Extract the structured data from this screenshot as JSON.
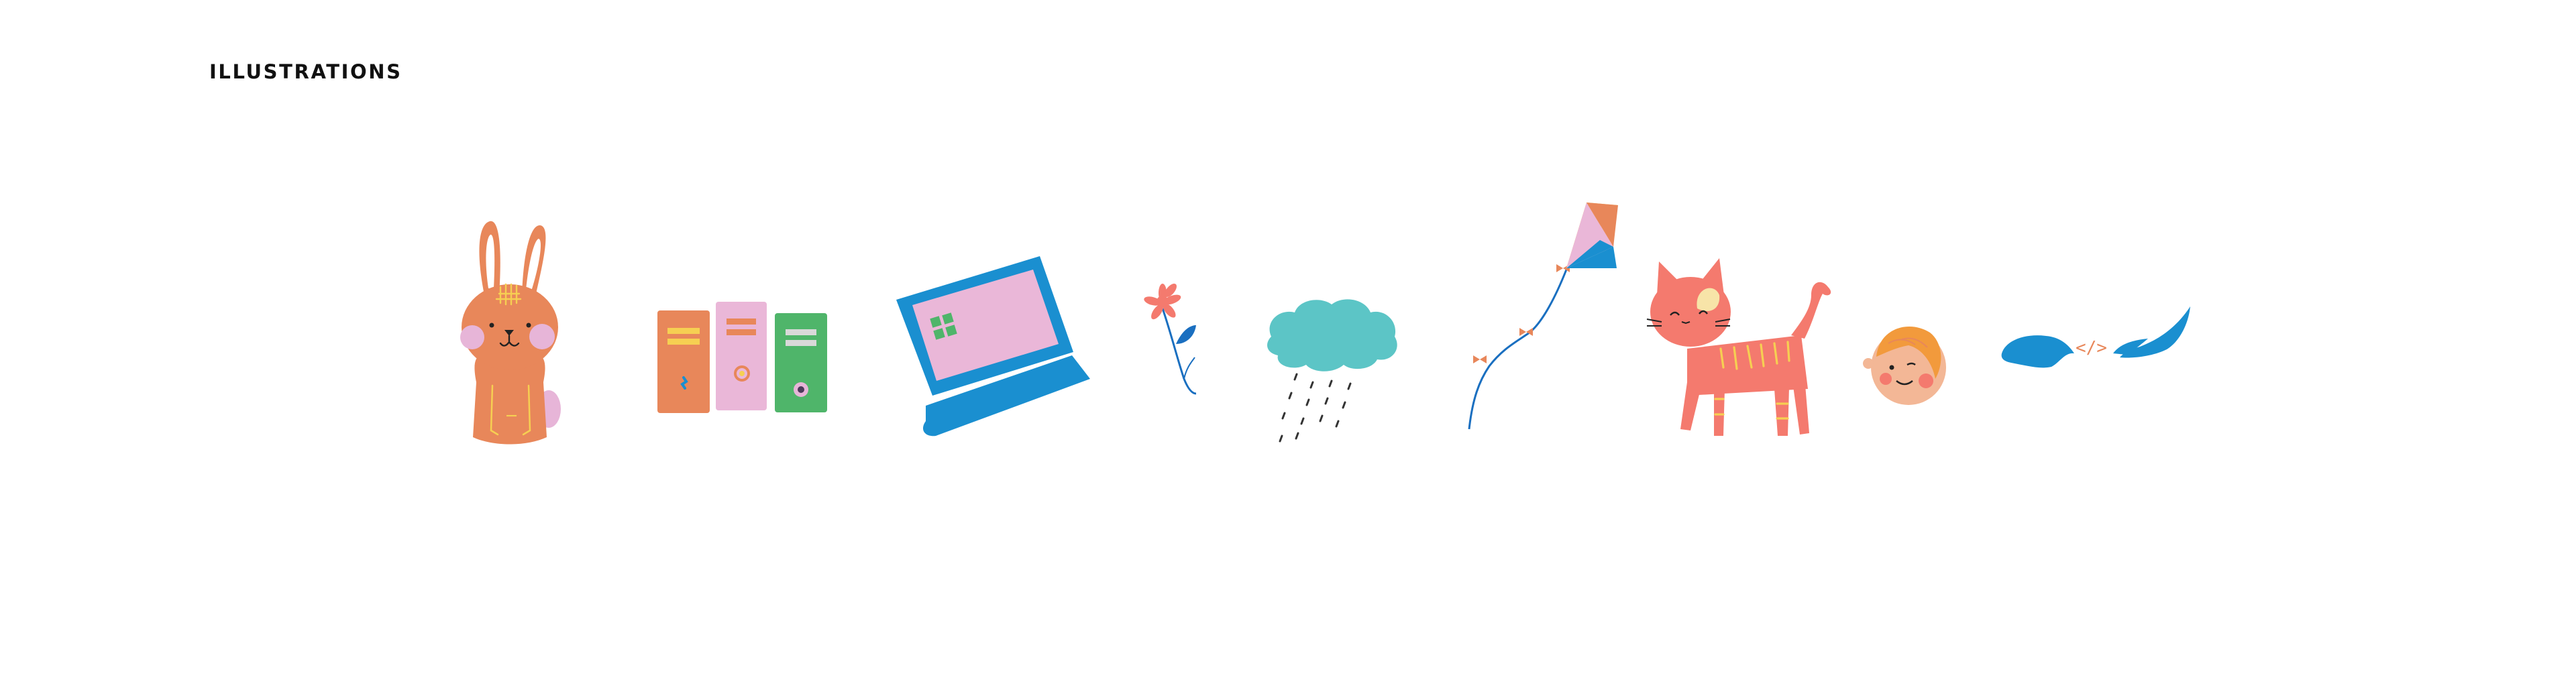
{
  "section": {
    "title": "ILLUSTRATIONS"
  },
  "illustrations": [
    {
      "name": "bunny",
      "icon": "bunny-illustration"
    },
    {
      "name": "filing-cabinets",
      "icon": "folders-illustration"
    },
    {
      "name": "laptop",
      "icon": "laptop-illustration"
    },
    {
      "name": "flower",
      "icon": "flower-illustration"
    },
    {
      "name": "rain-cloud",
      "icon": "rain-cloud-illustration"
    },
    {
      "name": "kite",
      "icon": "kite-illustration"
    },
    {
      "name": "cat",
      "icon": "cat-illustration"
    },
    {
      "name": "boy-face",
      "icon": "boy-face-illustration"
    },
    {
      "name": "code-wings",
      "icon": "code-wings-illustration"
    }
  ],
  "palette": {
    "orange": "#e8875a",
    "pink": "#eab7d8",
    "green": "#4fb56a",
    "blue": "#1a8fd0",
    "teal": "#5cc5c6",
    "coral": "#f47a6e",
    "yellow": "#f6cf52",
    "skin": "#f3b796"
  }
}
